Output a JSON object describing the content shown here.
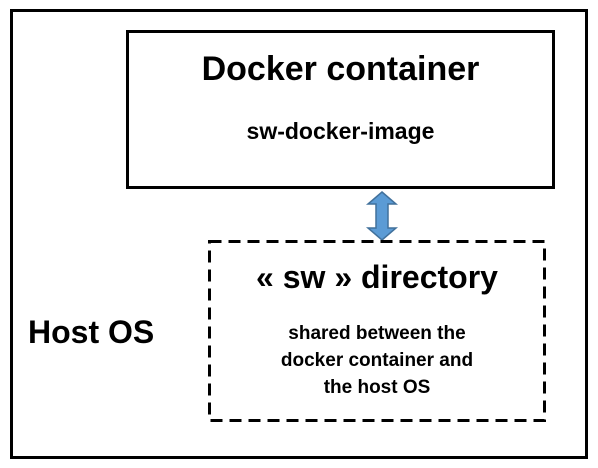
{
  "host": {
    "label": "Host OS"
  },
  "container": {
    "title": "Docker container",
    "image": "sw-docker-image"
  },
  "shared_directory": {
    "title": "« sw » directory",
    "description_lines": [
      "shared between the",
      "docker container and",
      "the host OS"
    ]
  },
  "connector": {
    "type": "bidirectional-arrow",
    "fill_color": "#5b9bd5",
    "stroke_color": "#41719c"
  }
}
